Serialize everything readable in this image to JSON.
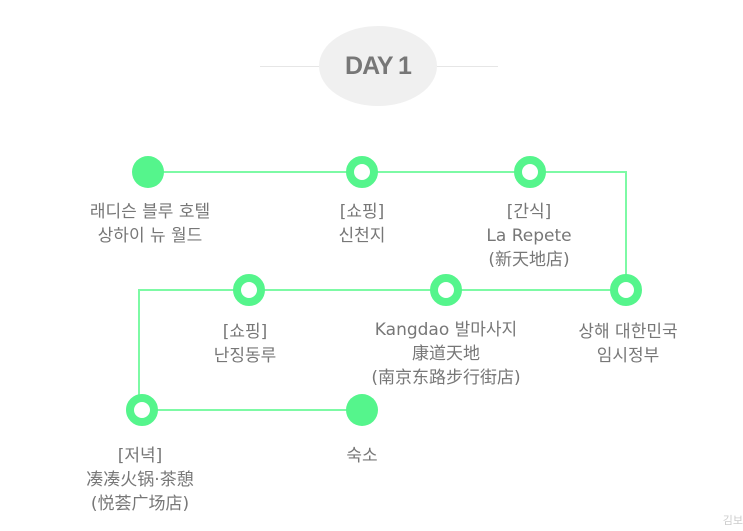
{
  "title": "DAY 1",
  "nodes": [
    {
      "lines": [
        "래디슨 블루 호텔",
        "상하이 뉴 월드"
      ]
    },
    {
      "lines": [
        "[쇼핑]",
        "신천지"
      ]
    },
    {
      "lines": [
        "[간식]",
        "La Repete",
        "(新天地店)"
      ]
    },
    {
      "lines": [
        "상해 대한민국",
        "임시정부"
      ]
    },
    {
      "lines": [
        "Kangdao 발마사지",
        "康道天地",
        "(南京东路步行街店)"
      ]
    },
    {
      "lines": [
        "[쇼핑]",
        "난징동루"
      ]
    },
    {
      "lines": [
        "[저녁]",
        "凑凑火锅·茶憩",
        "(悦荟广场店)"
      ]
    },
    {
      "lines": [
        "숙소"
      ]
    }
  ],
  "watermark": "김보"
}
